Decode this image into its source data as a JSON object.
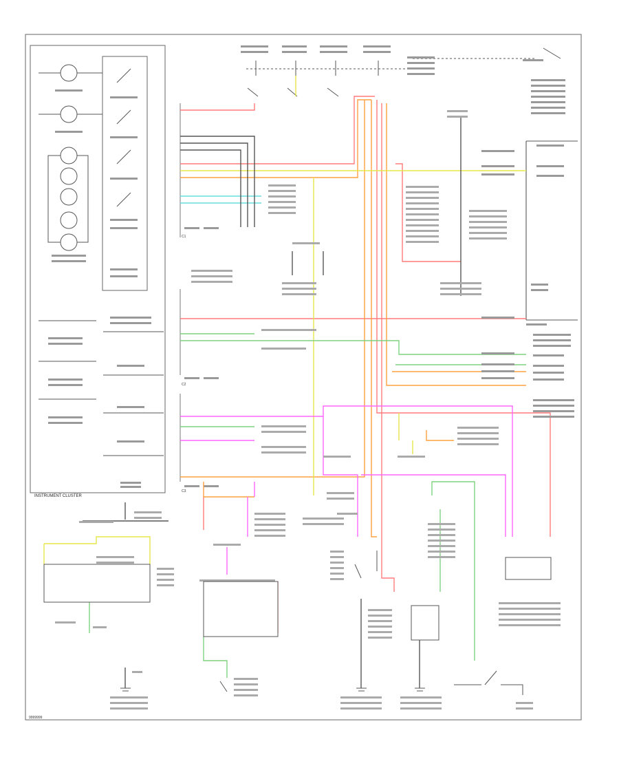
{
  "diagram": {
    "inset_label": "INSTRUMENT CLUSTER",
    "footer_code": "9999999",
    "connector_marks": [
      "C1",
      "C2",
      "C3"
    ],
    "colors": {
      "red": "#ff6b6b",
      "pink": "#ff9a9a",
      "orange": "#ff9a3c",
      "yellow": "#e8e84a",
      "green": "#7fd27f",
      "magenta": "#ff66ff",
      "cyan": "#66dddd",
      "black": "#444444"
    }
  }
}
